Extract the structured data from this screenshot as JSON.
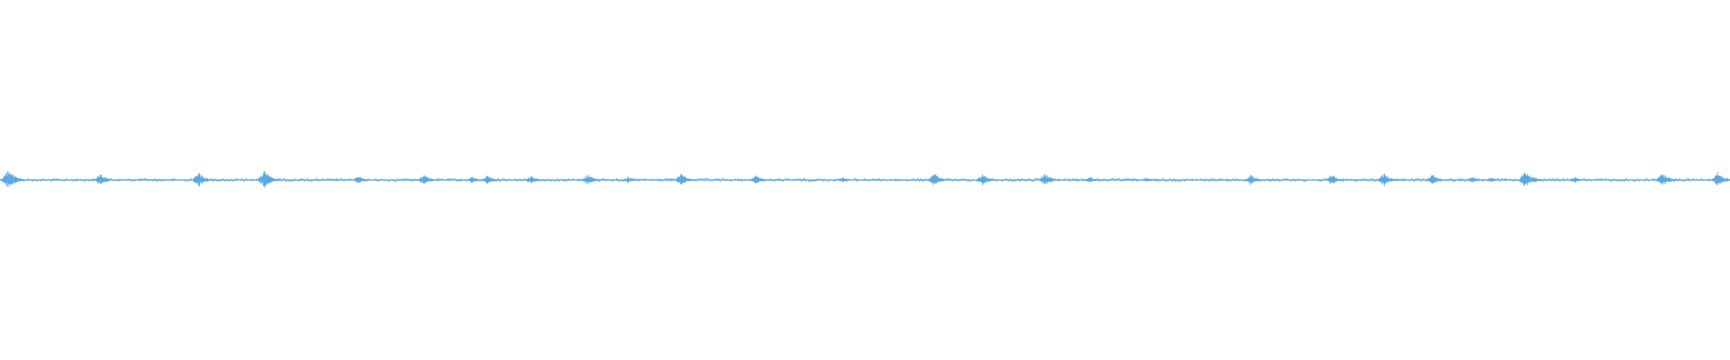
{
  "waveform": {
    "color": "#5aa9e0",
    "baseline_fraction": 0.5,
    "noise_amplitude_fraction": 0.004,
    "bursts": [
      {
        "position": 0.005,
        "amplitude": 0.03
      },
      {
        "position": 0.058,
        "amplitude": 0.018
      },
      {
        "position": 0.115,
        "amplitude": 0.022
      },
      {
        "position": 0.153,
        "amplitude": 0.028
      },
      {
        "position": 0.207,
        "amplitude": 0.012
      },
      {
        "position": 0.245,
        "amplitude": 0.016
      },
      {
        "position": 0.273,
        "amplitude": 0.01
      },
      {
        "position": 0.282,
        "amplitude": 0.014
      },
      {
        "position": 0.307,
        "amplitude": 0.012
      },
      {
        "position": 0.34,
        "amplitude": 0.018
      },
      {
        "position": 0.363,
        "amplitude": 0.01
      },
      {
        "position": 0.394,
        "amplitude": 0.02
      },
      {
        "position": 0.437,
        "amplitude": 0.014
      },
      {
        "position": 0.487,
        "amplitude": 0.008
      },
      {
        "position": 0.54,
        "amplitude": 0.02
      },
      {
        "position": 0.568,
        "amplitude": 0.018
      },
      {
        "position": 0.604,
        "amplitude": 0.02
      },
      {
        "position": 0.63,
        "amplitude": 0.01
      },
      {
        "position": 0.663,
        "amplitude": 0.008
      },
      {
        "position": 0.723,
        "amplitude": 0.016
      },
      {
        "position": 0.77,
        "amplitude": 0.016
      },
      {
        "position": 0.8,
        "amplitude": 0.02
      },
      {
        "position": 0.828,
        "amplitude": 0.016
      },
      {
        "position": 0.851,
        "amplitude": 0.01
      },
      {
        "position": 0.862,
        "amplitude": 0.008
      },
      {
        "position": 0.882,
        "amplitude": 0.028
      },
      {
        "position": 0.91,
        "amplitude": 0.01
      },
      {
        "position": 0.961,
        "amplitude": 0.022
      },
      {
        "position": 0.993,
        "amplitude": 0.024
      }
    ]
  }
}
